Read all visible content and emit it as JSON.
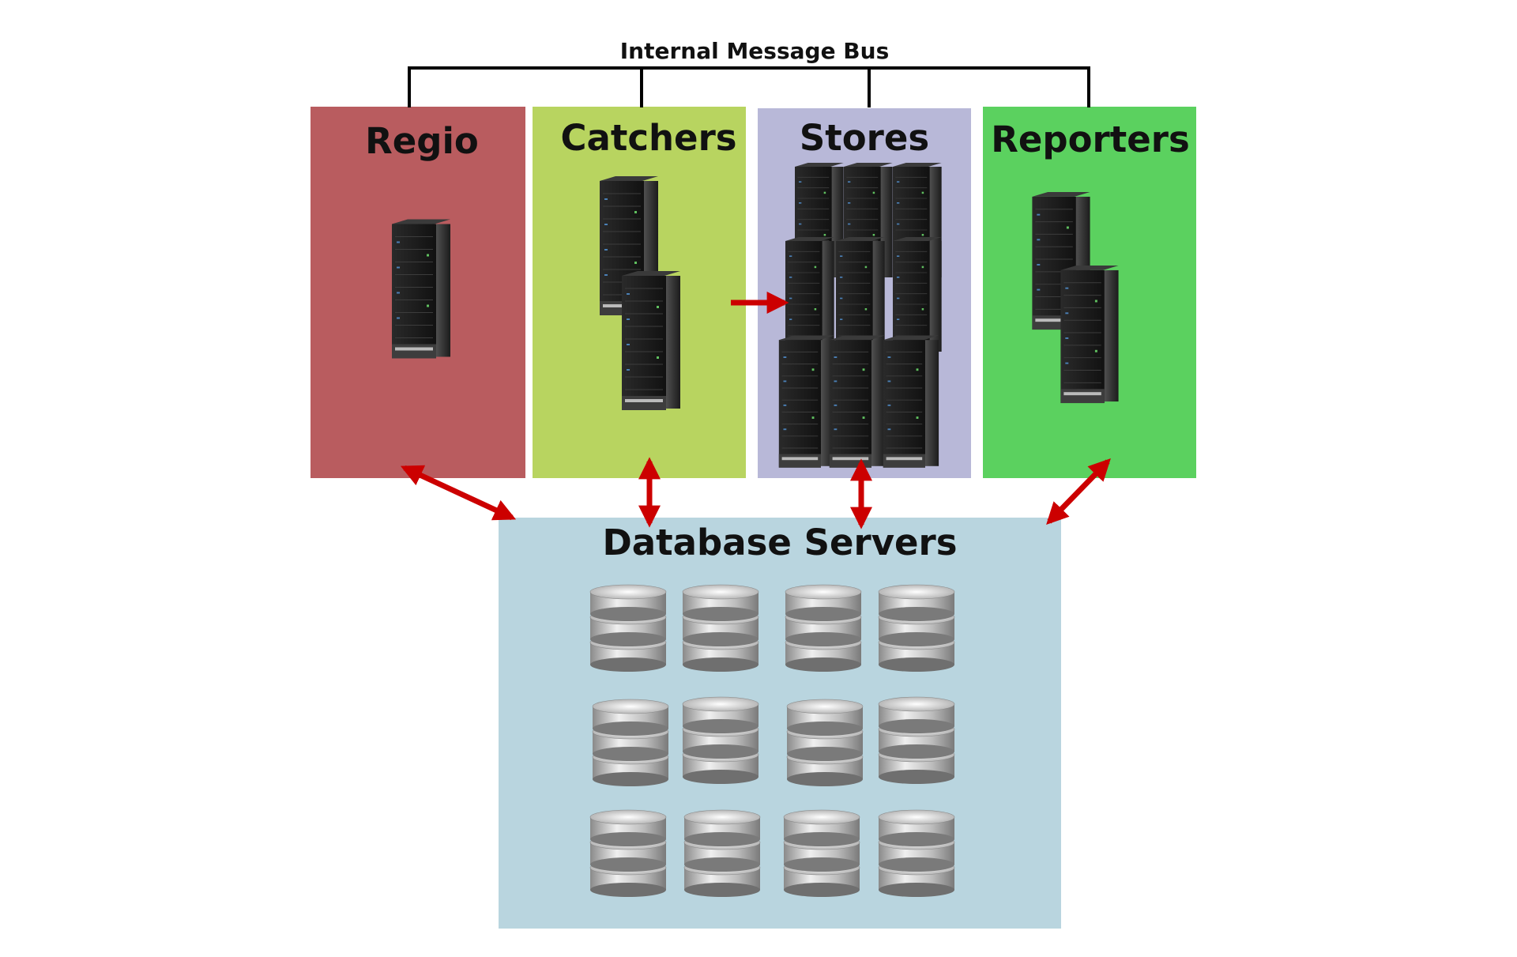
{
  "bus": {
    "label": "Internal Message Bus"
  },
  "groups": {
    "regio": {
      "title": "Regio",
      "server_count": 1
    },
    "catchers": {
      "title": "Catchers",
      "server_count": 2
    },
    "stores": {
      "title": "Stores",
      "server_count": 9
    },
    "reporters": {
      "title": "Reporters",
      "server_count": 2
    },
    "database": {
      "title": "Database Servers",
      "db_count": 12
    }
  },
  "colors": {
    "regio": "#b95c5f",
    "catchers": "#b8d460",
    "stores": "#b8b8d8",
    "reporters": "#5bd15f",
    "database": "#b9d5df",
    "arrow": "#cc0000",
    "bus_line": "#000000"
  },
  "icons": {
    "server": "server-rack-icon",
    "database": "database-cylinder-icon"
  }
}
